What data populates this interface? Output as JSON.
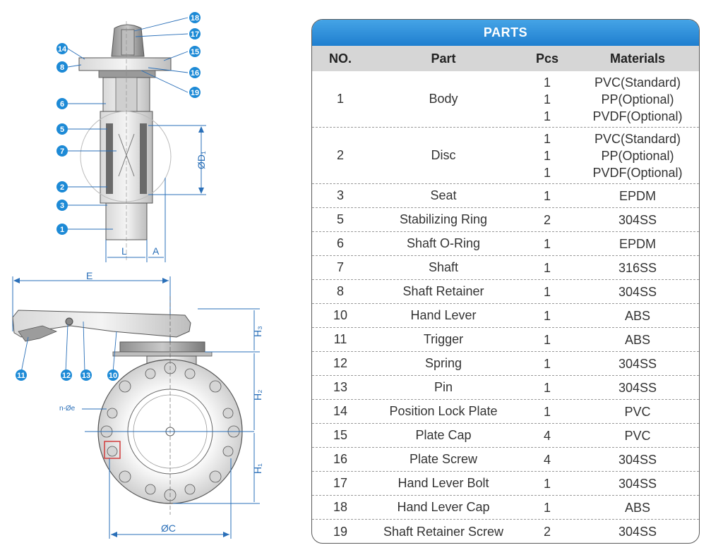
{
  "diagram": {
    "callouts": [
      "18",
      "17",
      "14",
      "15",
      "8",
      "16",
      "19",
      "6",
      "5",
      "7",
      "2",
      "3",
      "1",
      "11",
      "12",
      "13",
      "10"
    ],
    "dims": {
      "d1": "ØD₁",
      "l": "L",
      "a": "A",
      "e": "E",
      "h3": "H₃",
      "h2": "H₂",
      "h1": "H₁",
      "c": "ØC",
      "n_bolt": "n-Øe"
    }
  },
  "table": {
    "title": "PARTS",
    "headers": {
      "no": "NO.",
      "part": "Part",
      "pcs": "Pcs",
      "materials": "Materials"
    },
    "rows": [
      {
        "no": "1",
        "part": "Body",
        "pcs": [
          "1",
          "1",
          "1"
        ],
        "materials": [
          "PVC(Standard)",
          "PP(Optional)",
          "PVDF(Optional)"
        ]
      },
      {
        "no": "2",
        "part": "Disc",
        "pcs": [
          "1",
          "1",
          "1"
        ],
        "materials": [
          "PVC(Standard)",
          "PP(Optional)",
          "PVDF(Optional)"
        ]
      },
      {
        "no": "3",
        "part": "Seat",
        "pcs": [
          "1"
        ],
        "materials": [
          "EPDM"
        ]
      },
      {
        "no": "5",
        "part": "Stabilizing Ring",
        "pcs": [
          "2"
        ],
        "materials": [
          "304SS"
        ]
      },
      {
        "no": "6",
        "part": "Shaft O-Ring",
        "pcs": [
          "1"
        ],
        "materials": [
          "EPDM"
        ]
      },
      {
        "no": "7",
        "part": "Shaft",
        "pcs": [
          "1"
        ],
        "materials": [
          "316SS"
        ]
      },
      {
        "no": "8",
        "part": "Shaft Retainer",
        "pcs": [
          "1"
        ],
        "materials": [
          "304SS"
        ]
      },
      {
        "no": "10",
        "part": "Hand Lever",
        "pcs": [
          "1"
        ],
        "materials": [
          "ABS"
        ]
      },
      {
        "no": "11",
        "part": "Trigger",
        "pcs": [
          "1"
        ],
        "materials": [
          "ABS"
        ]
      },
      {
        "no": "12",
        "part": "Spring",
        "pcs": [
          "1"
        ],
        "materials": [
          "304SS"
        ]
      },
      {
        "no": "13",
        "part": "Pin",
        "pcs": [
          "1"
        ],
        "materials": [
          "304SS"
        ]
      },
      {
        "no": "14",
        "part": "Position Lock Plate",
        "pcs": [
          "1"
        ],
        "materials": [
          "PVC"
        ]
      },
      {
        "no": "15",
        "part": "Plate Cap",
        "pcs": [
          "4"
        ],
        "materials": [
          "PVC"
        ]
      },
      {
        "no": "16",
        "part": "Plate Screw",
        "pcs": [
          "4"
        ],
        "materials": [
          "304SS"
        ]
      },
      {
        "no": "17",
        "part": "Hand Lever Bolt",
        "pcs": [
          "1"
        ],
        "materials": [
          "304SS"
        ]
      },
      {
        "no": "18",
        "part": "Hand Lever Cap",
        "pcs": [
          "1"
        ],
        "materials": [
          "ABS"
        ]
      },
      {
        "no": "19",
        "part": "Shaft Retainer Screw",
        "pcs": [
          "2"
        ],
        "materials": [
          "304SS"
        ]
      }
    ]
  },
  "colors": {
    "accent_blue": "#1f7fcf",
    "callout_fill": "#1d8ad6",
    "header_gray": "#d6d6d6",
    "dimension_blue": "#2a6fb8"
  }
}
